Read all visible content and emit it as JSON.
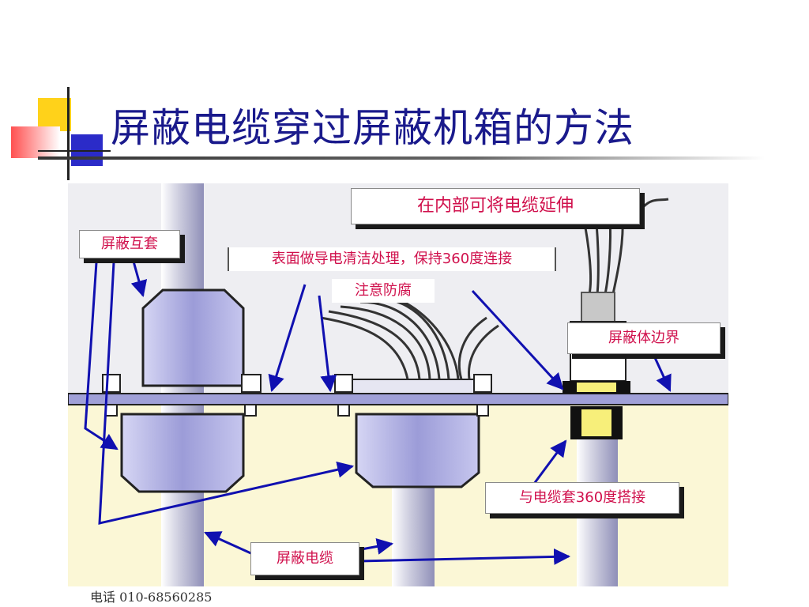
{
  "slide": {
    "title": "屏蔽电缆穿过屏蔽机箱的方法",
    "footer": "电话 010-68560285"
  },
  "labels": {
    "extend": "在内部可将电缆延伸",
    "shield_sleeve": "屏蔽互套",
    "surface_line1": "表面做导电清洁处理，保持360度连接",
    "surface_line2": "注意防腐",
    "boundary": "屏蔽体边界",
    "bond": "与电缆套360度搭接",
    "cable": "屏蔽电缆"
  },
  "colors": {
    "title": "#1a1a8c",
    "label_text": "#d0104c",
    "arrow": "#1010b0",
    "panel_bg": "#fbf7d6",
    "metal": "#b8b8e6"
  }
}
